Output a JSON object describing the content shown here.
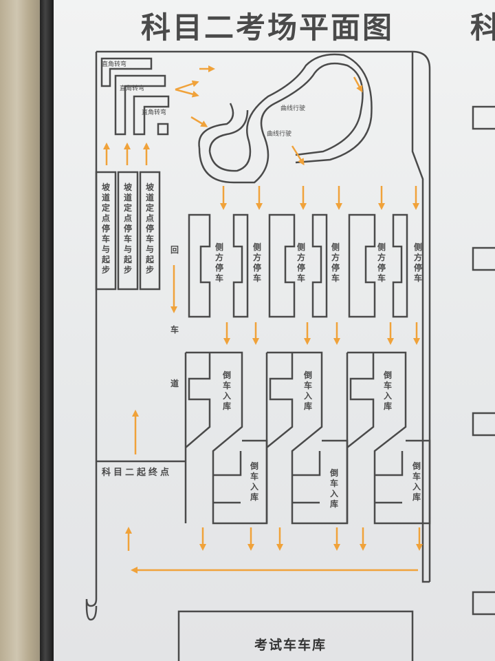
{
  "title": "科目二考场平面图",
  "title_partial": "科",
  "sections": {
    "right_angle_turn": "直角转弯",
    "curve_driving": "曲线行驶",
    "hill_start": "坡道定点停车与起步",
    "side_parking": "侧方停车",
    "reverse_parking": "倒车入库",
    "return_lane_chars": [
      "回",
      "车",
      "道"
    ],
    "endpoint": "科目二起终点",
    "garage": "考试车车库"
  },
  "colors": {
    "line": "#4a4a4a",
    "arrow": "#f0a23a",
    "board": "#eceeef"
  }
}
